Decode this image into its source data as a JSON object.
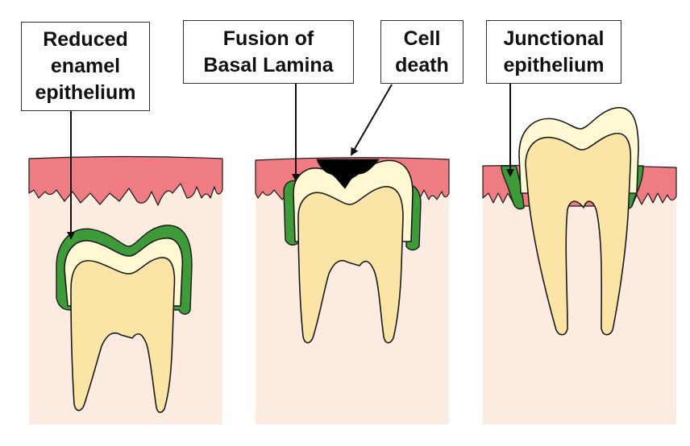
{
  "labels": {
    "reduced_enamel_epithelium": [
      "Reduced",
      "enamel",
      "epithelium"
    ],
    "fusion_of_basal_lamina": [
      "Fusion of",
      "Basal Lamina"
    ],
    "cell_death": [
      "Cell",
      "death"
    ],
    "junctional_epithelium": [
      "Junctional",
      "epithelium"
    ]
  },
  "colors": {
    "connective_tissue": "#FCEBE0",
    "gingiva": "#F07C83",
    "enamel": "#FFF8D2",
    "dentin": "#FAE4A6",
    "epithelium": "#3F9A3A",
    "dead_cells": "#000000",
    "outline": "#1a1a1a"
  }
}
